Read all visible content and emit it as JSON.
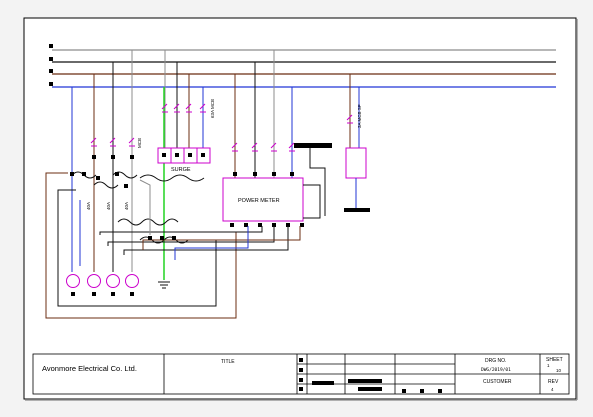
{
  "colors": {
    "paper": "#ffffff",
    "frame": "#000000",
    "phase_grey": "#8c8c8c",
    "phase_black": "#111111",
    "phase_brown": "#6b2c12",
    "neutral_blue": "#2136d6",
    "earth_green": "#22d422",
    "device_magenta": "#cc00cc",
    "thermal_blue": "#4444ff"
  },
  "breakers": {
    "surge_mcb": "MCB",
    "surge_rating": "63A MCB",
    "spare_rating": "3A MCB SP",
    "feeder_left": "40A",
    "feeder_mid": "40A",
    "feeder_right": "40A"
  },
  "devices": {
    "surge_label": "SURGE",
    "power_meter_label": "POWER METER"
  },
  "title_block": {
    "company": "Avonmore Electrical Co. Ltd.",
    "title_label": "TITLE",
    "drg_no_label": "DRG NO.",
    "drg_no_value": "DWG/2019/01",
    "customer_label": "CUSTOMER",
    "sheet_label": "SHEET",
    "sheet_value": "1",
    "sheet_of": "10",
    "rev_label": "REV",
    "rev_value": "4"
  }
}
